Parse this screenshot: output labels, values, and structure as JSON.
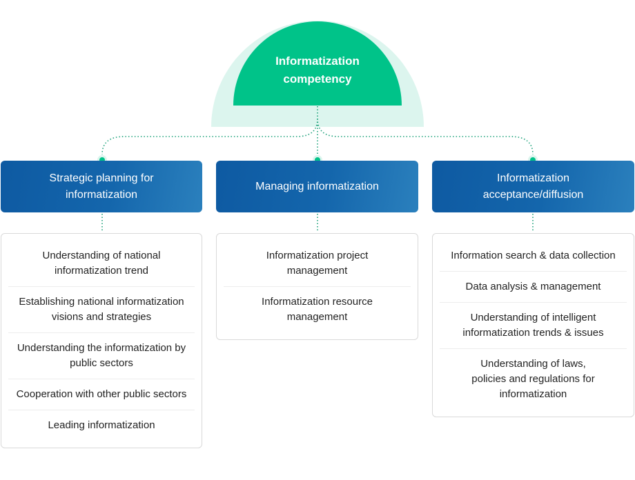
{
  "root": {
    "title_lines": [
      "Informatization",
      "competency"
    ]
  },
  "colors": {
    "accent_green": "#00c389",
    "halo_green": "#dcf5ee",
    "connector_green": "#1aa078",
    "category_blue": "#1466ac"
  },
  "categories": [
    {
      "title_lines": [
        "Strategic planning for",
        "informatization"
      ],
      "items": [
        {
          "lines": [
            "Understanding of national",
            "informatization trend"
          ]
        },
        {
          "lines": [
            "Establishing national informatization",
            "visions and strategies"
          ]
        },
        {
          "lines": [
            "Understanding the informatization by",
            "public sectors"
          ]
        },
        {
          "lines": [
            "Cooperation with other public sectors"
          ]
        },
        {
          "lines": [
            "Leading informatization"
          ]
        }
      ]
    },
    {
      "title_lines": [
        "Managing informatization"
      ],
      "items": [
        {
          "lines": [
            "Informatization project",
            "management"
          ]
        },
        {
          "lines": [
            "Informatization resource",
            "management"
          ]
        }
      ]
    },
    {
      "title_lines": [
        "Informatization",
        "acceptance/diffusion"
      ],
      "items": [
        {
          "lines": [
            "Information search & data collection"
          ]
        },
        {
          "lines": [
            "Data analysis & management"
          ]
        },
        {
          "lines": [
            "Understanding of intelligent",
            "informatization trends & issues"
          ]
        },
        {
          "lines": [
            "Understanding of laws,",
            "policies and regulations for",
            "informatization"
          ]
        }
      ]
    }
  ]
}
